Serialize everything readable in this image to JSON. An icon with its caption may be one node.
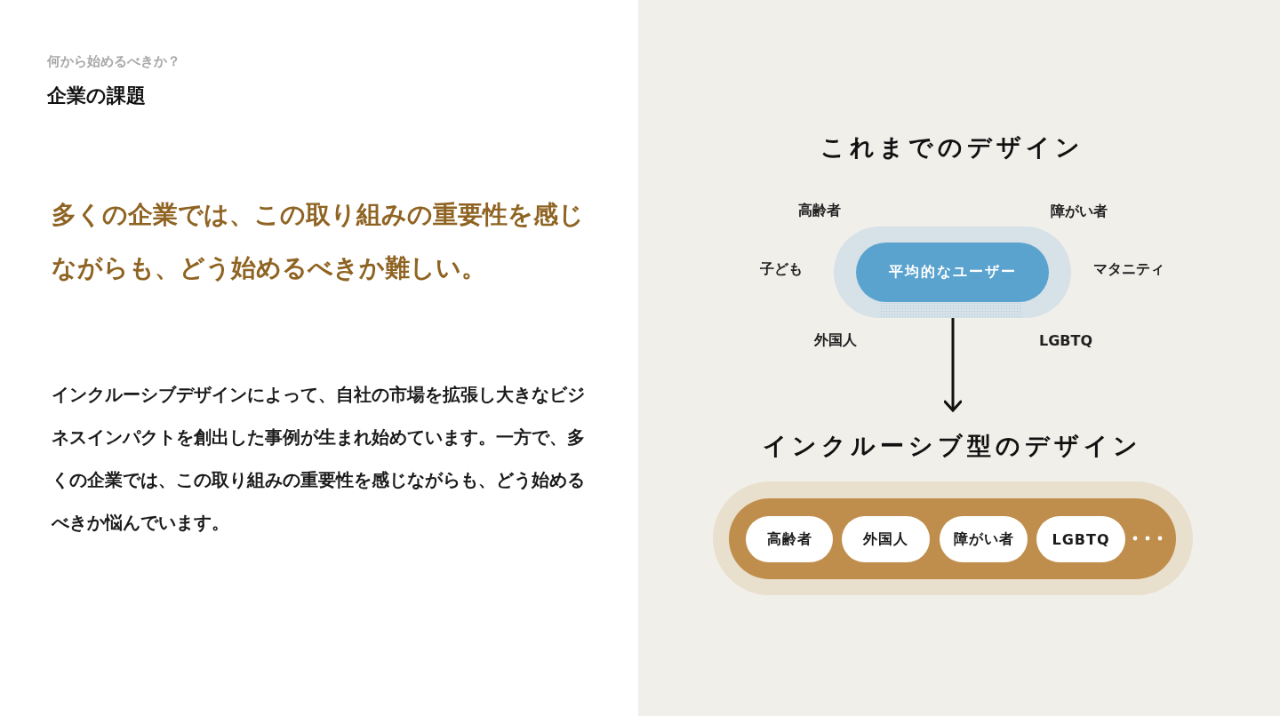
{
  "diagram": {
    "nodes": [
      {
        "text": [
          "これまでのデザイン"
        ]
      },
      {
        "text": [
          "平均的なユーザー"
        ],
        "in": 0
      },
      {
        "text": [
          "インクルーシブ型のデザイン"
        ]
      },
      {
        "text": [],
        "shape": "bar",
        "in": 2
      },
      {
        "text": [
          "高齢者"
        ],
        "in": 3
      },
      {
        "text": [
          "外国人"
        ],
        "in": 3
      },
      {
        "text": [
          "障がい者"
        ],
        "in": 3
      },
      {
        "text": [
          "LGBTQ"
        ],
        "in": 3
      }
    ],
    "edges": [
      {
        "from": 0,
        "to": 2,
        "arrow": "to"
      }
    ],
    "labels": [
      "何から始めるべきか？",
      "企業の課題",
      "多くの企業では、この取り組みの重要性を感じながらも、どう始めるべきか難しい。",
      "インクルーシブデザインによって、自社の市場を拡張し大きなビジネスインパクトを創出した事例が生まれ始めています。一方で、多くの企業では、この取り組みの重要性を感じながらも、どう始めるべきか悩んでいます。",
      "高齢者",
      "障がい者",
      "子ども",
      "マタニティ",
      "外国人",
      "LGBTQ"
    ]
  }
}
